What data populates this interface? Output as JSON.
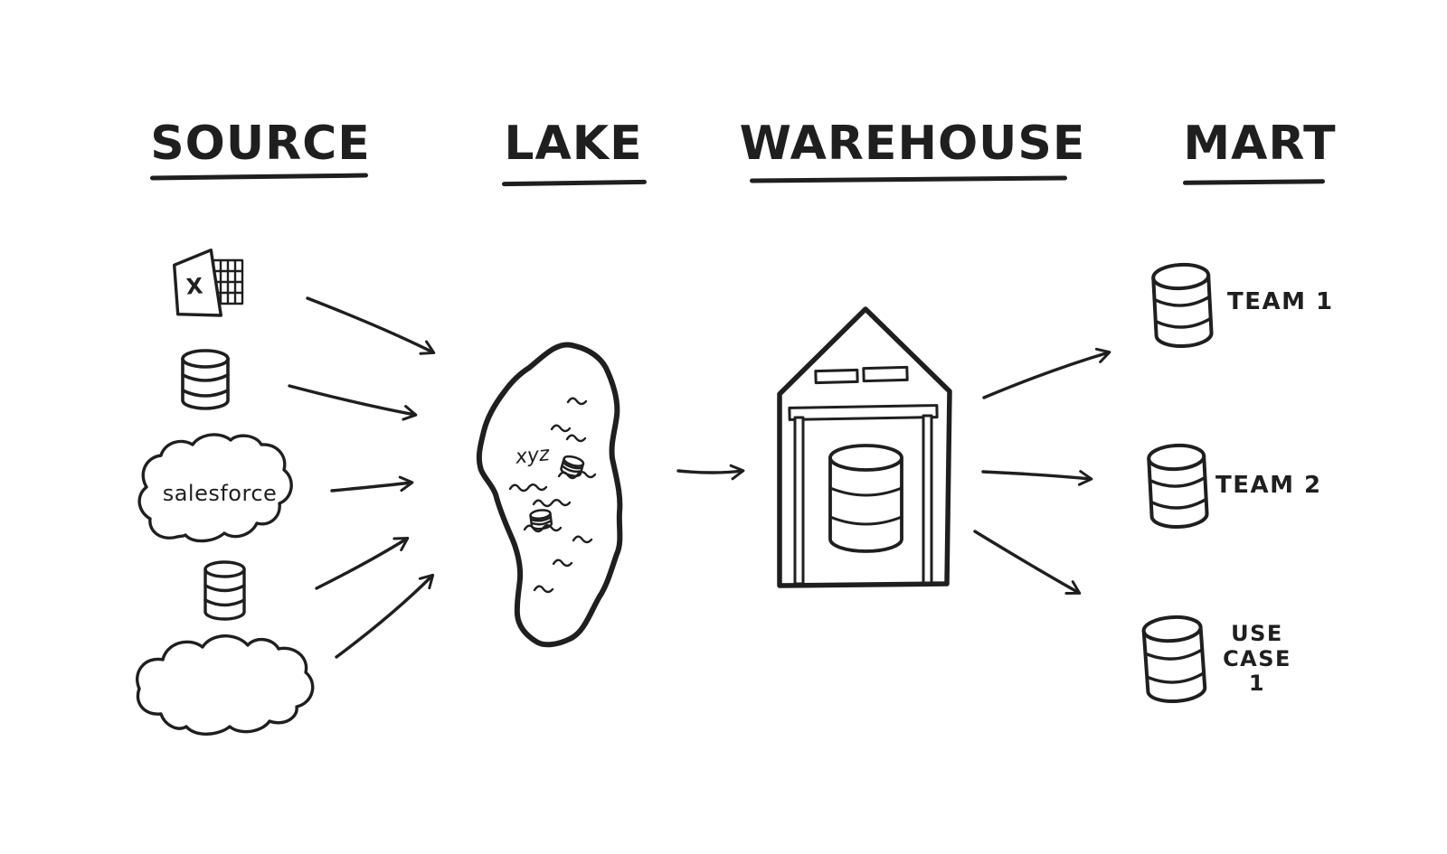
{
  "page": {
    "background": "#ffffff",
    "ink": "#1f1f1f",
    "style": "hand-drawn-sketch"
  },
  "headers": [
    {
      "id": "source",
      "label": "SOURCE"
    },
    {
      "id": "lake",
      "label": "LAKE"
    },
    {
      "id": "warehouse",
      "label": "WAREHOUSE"
    },
    {
      "id": "mart",
      "label": "MART"
    }
  ],
  "source_items": [
    {
      "icon": "excel-spreadsheet-icon",
      "label": "X"
    },
    {
      "icon": "database-cylinder-icon"
    },
    {
      "icon": "salesforce-cloud-icon",
      "label": "salesforce"
    },
    {
      "icon": "database-cylinder-icon"
    },
    {
      "icon": "cloud-icon"
    }
  ],
  "lake": {
    "annotation": "xyz",
    "icons": [
      "floating-barrel-icon",
      "floating-barrel-icon",
      "water-wave-icon"
    ]
  },
  "warehouse": {
    "icon": "warehouse-building-icon",
    "contents_icon": "database-cylinder-icon"
  },
  "mart_items": [
    {
      "icon": "database-cylinder-icon",
      "label": "TEAM 1"
    },
    {
      "icon": "database-cylinder-icon",
      "label": "TEAM 2"
    },
    {
      "icon": "database-cylinder-icon",
      "label": "USE CASE 1",
      "lines": [
        "USE",
        "CASE",
        "1"
      ]
    }
  ],
  "flows": [
    {
      "from": "source-excel",
      "to": "lake"
    },
    {
      "from": "source-database-1",
      "to": "lake"
    },
    {
      "from": "source-salesforce",
      "to": "lake"
    },
    {
      "from": "source-database-2",
      "to": "lake"
    },
    {
      "from": "source-cloud",
      "to": "lake"
    },
    {
      "from": "lake",
      "to": "warehouse"
    },
    {
      "from": "warehouse",
      "to": "mart-team-1"
    },
    {
      "from": "warehouse",
      "to": "mart-team-2"
    },
    {
      "from": "warehouse",
      "to": "mart-use-case-1"
    }
  ]
}
